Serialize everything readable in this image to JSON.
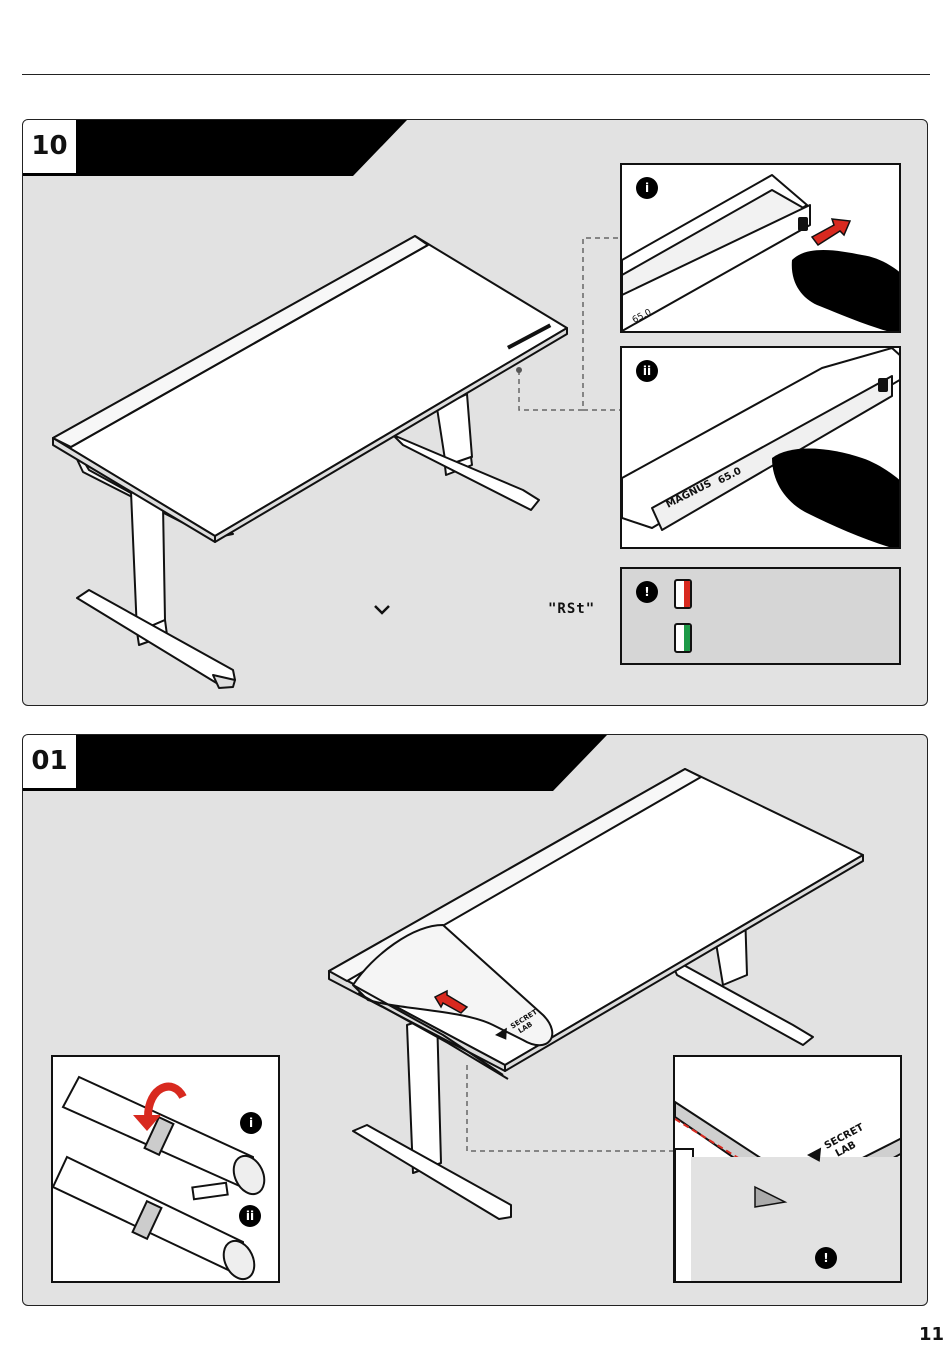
{
  "page": {
    "number": "11"
  },
  "step10": {
    "number": "10",
    "inset_i_label": "i",
    "inset_ii_label": "ii",
    "down_key_glyph": "⌄",
    "reset_code": "\"RSt\"",
    "note_badge": "!",
    "led_colors": {
      "error": "#d8291f",
      "ok": "#1d9a47"
    },
    "keypad": {
      "height": "65.0",
      "brand": "MAGNUS"
    }
  },
  "step01": {
    "number": "01",
    "inset_i_label": "i",
    "inset_ii_label": "ii",
    "inset_right_badge": "!",
    "mat_brand_line1": "SECRET",
    "mat_brand_line2": "LAB",
    "arrow_color": "#d8291f"
  }
}
